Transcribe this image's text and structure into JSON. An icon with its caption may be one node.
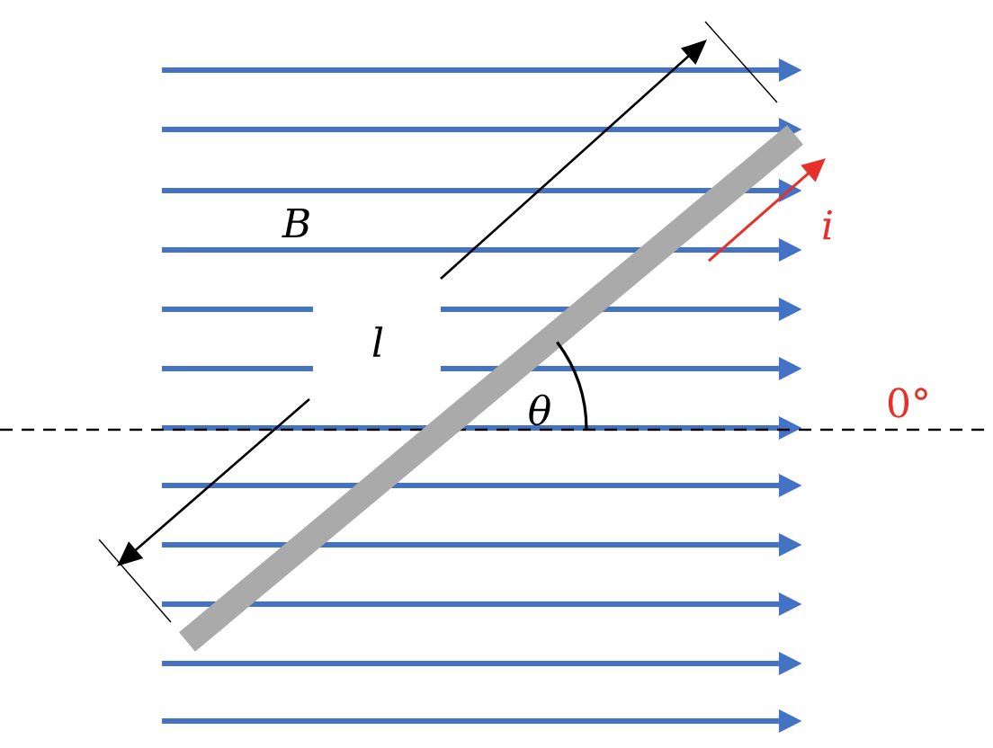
{
  "diagram": {
    "labels": [
      "B",
      "l",
      "θ",
      "i",
      "0°"
    ]
  }
}
